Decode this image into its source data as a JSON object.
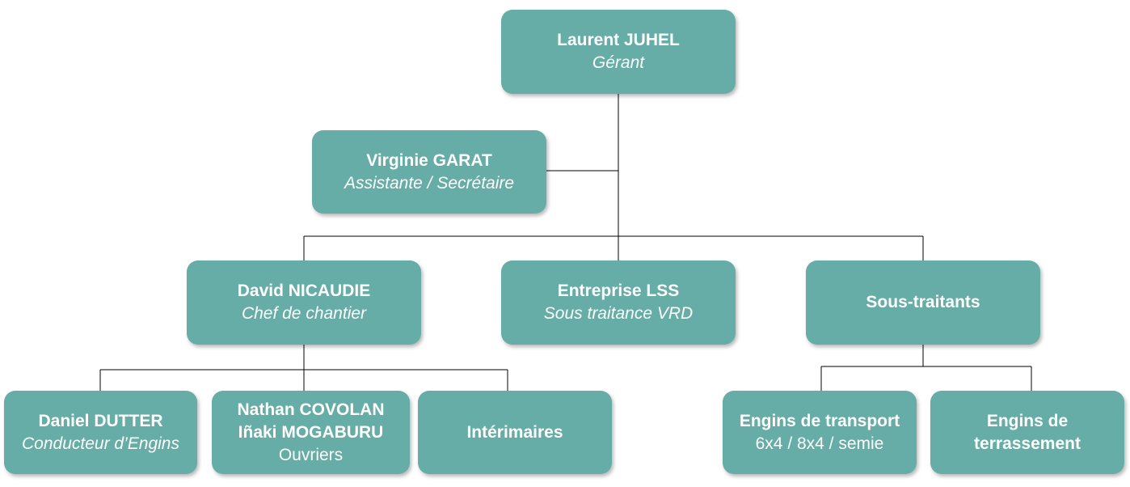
{
  "chart": {
    "root": {
      "name": "Laurent JUHEL",
      "role": "Gérant"
    },
    "assistant": {
      "name": "Virginie GARAT",
      "role": "Assistante / Secrétaire"
    },
    "level2": [
      {
        "name": "David NICAUDIE",
        "role": "Chef de chantier"
      },
      {
        "name": "Entreprise LSS",
        "role": "Sous traitance VRD"
      },
      {
        "name": "Sous-traitants"
      }
    ],
    "chef_team": [
      {
        "name": "Daniel DUTTER",
        "role": "Conducteur d’Engins"
      },
      {
        "name_line1": "Nathan COVOLAN",
        "name_line2": "Iñaki MOGABURU",
        "sub": "Ouvriers"
      },
      {
        "name": "Intérimaires"
      }
    ],
    "subcontractor_types": [
      {
        "name": "Engins de transport",
        "sub": "6x4 / 8x4 / semie"
      },
      {
        "name_line1": "Engins de",
        "name_line2": "terrassement"
      }
    ]
  }
}
